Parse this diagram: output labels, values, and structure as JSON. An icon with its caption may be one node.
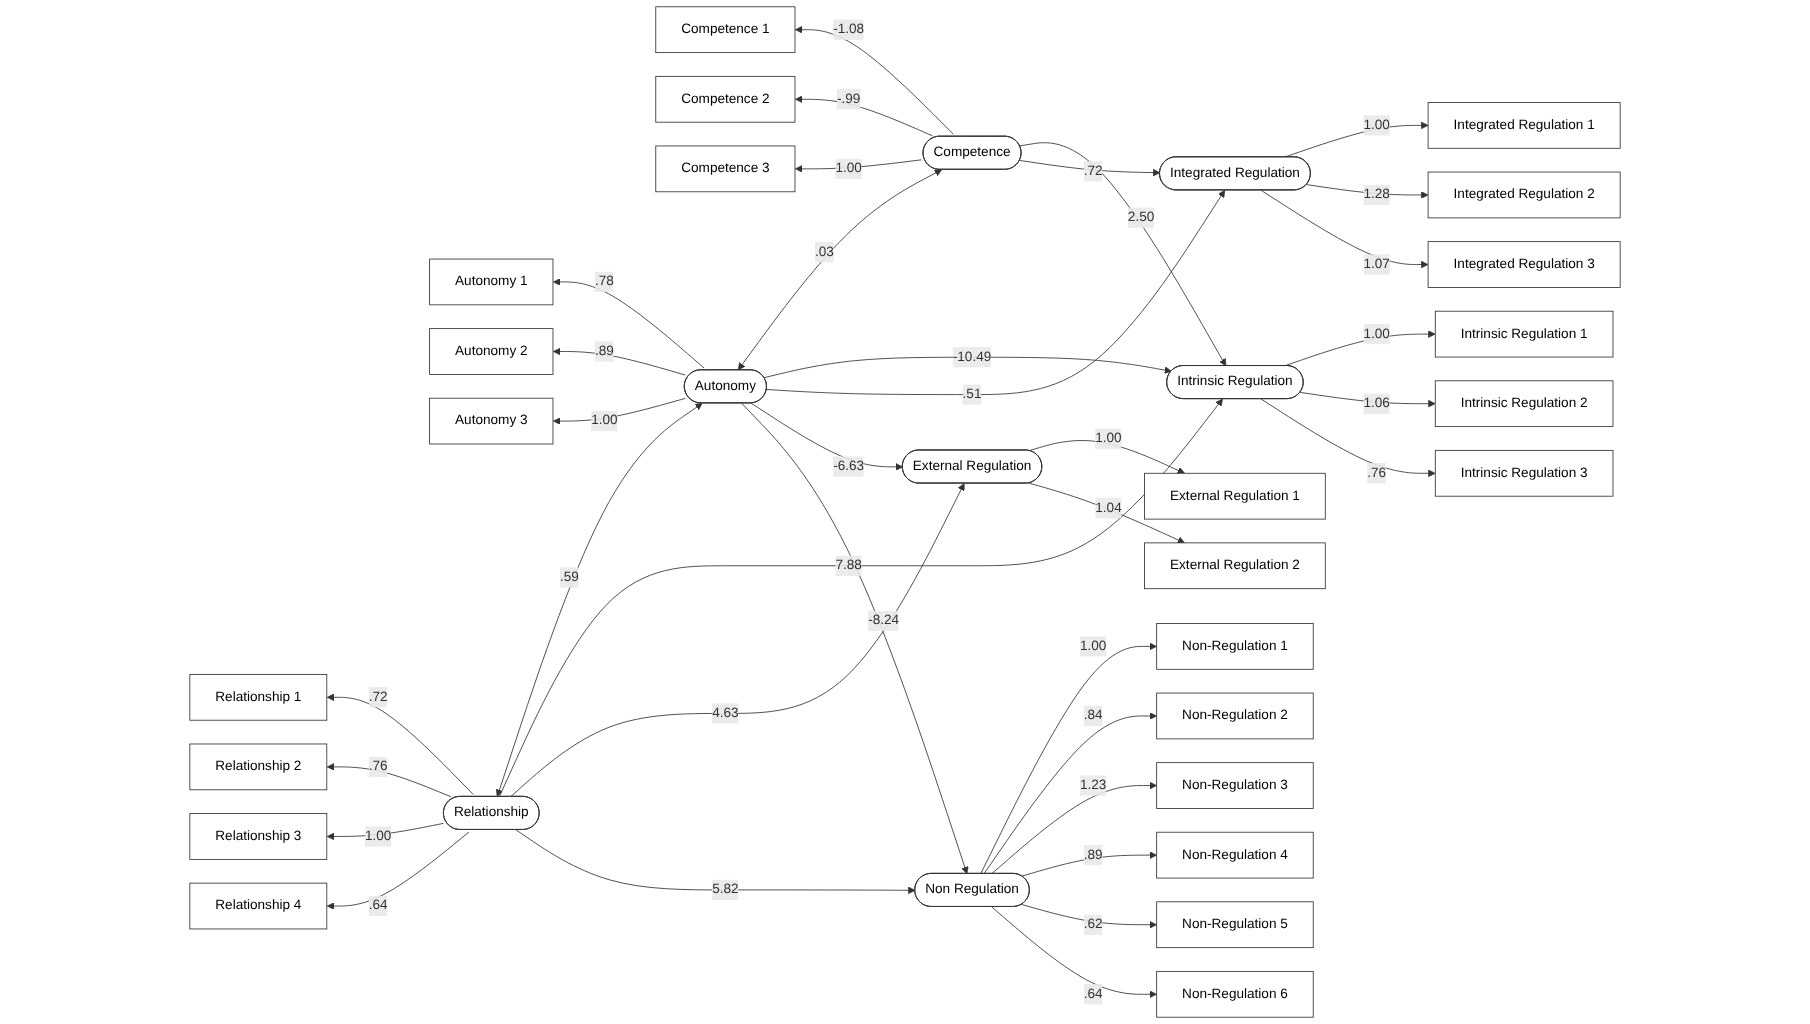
{
  "diagram": {
    "nodes": [
      {
        "text": [
          "Relationship 1"
        ]
      },
      {
        "text": [
          "Relationship 2"
        ]
      },
      {
        "text": [
          "Relationship 3"
        ]
      },
      {
        "text": [
          "Relationship 4"
        ]
      },
      {
        "text": [
          "Autonomy 1"
        ]
      },
      {
        "text": [
          "Autonomy 2"
        ]
      },
      {
        "text": [
          "Autonomy 3"
        ]
      },
      {
        "text": [
          "Competence 1"
        ]
      },
      {
        "text": [
          "Competence 2"
        ]
      },
      {
        "text": [
          "Competence 3"
        ]
      },
      {
        "text": [
          "Relationship"
        ]
      },
      {
        "text": [
          "Autonomy"
        ]
      },
      {
        "text": [
          "Competence"
        ]
      },
      {
        "text": [
          "Intrinsic Regulation"
        ]
      },
      {
        "text": [
          "Integrated Regulation"
        ]
      },
      {
        "text": [
          "External Regulation"
        ]
      },
      {
        "text": [
          "Non Regulation"
        ]
      },
      {
        "text": [
          "Intrinsic Regulation 1"
        ]
      },
      {
        "text": [
          "Intrinsic Regulation 2"
        ]
      },
      {
        "text": [
          "Intrinsic Regulation 3"
        ]
      },
      {
        "text": [
          "Integrated Regulation 1"
        ]
      },
      {
        "text": [
          "Integrated Regulation 2"
        ]
      },
      {
        "text": [
          "Integrated Regulation 3"
        ]
      },
      {
        "text": [
          "External Regulation 1"
        ]
      },
      {
        "text": [
          "External Regulation 2"
        ]
      },
      {
        "text": [
          "Non-Regulation 1"
        ]
      },
      {
        "text": [
          "Non-Regulation 2"
        ]
      },
      {
        "text": [
          "Non-Regulation 3"
        ]
      },
      {
        "text": [
          "Non-Regulation 4"
        ]
      },
      {
        "text": [
          "Non-Regulation 5"
        ]
      },
      {
        "text": [
          "Non-Regulation 6"
        ]
      }
    ],
    "edges": [
      {
        "from": 10,
        "to": 0,
        "arrow": "to",
        "label": ".72"
      },
      {
        "from": 10,
        "to": 1,
        "arrow": "to",
        "label": ".76"
      },
      {
        "from": 10,
        "to": 2,
        "arrow": "to",
        "label": "1.00"
      },
      {
        "from": 10,
        "to": 3,
        "arrow": "to",
        "label": ".64"
      },
      {
        "from": 11,
        "to": 4,
        "arrow": "to",
        "label": ".78"
      },
      {
        "from": 11,
        "to": 5,
        "arrow": "to",
        "label": ".89"
      },
      {
        "from": 11,
        "to": 6,
        "arrow": "to",
        "label": "1.00"
      },
      {
        "from": 12,
        "to": 7,
        "arrow": "to",
        "label": "-1.08"
      },
      {
        "from": 12,
        "to": 8,
        "arrow": "to",
        "label": "-.99"
      },
      {
        "from": 12,
        "to": 9,
        "arrow": "to",
        "label": "1.00"
      },
      {
        "from": 10,
        "to": 11,
        "arrow": "both",
        "label": ".59"
      },
      {
        "from": 11,
        "to": 12,
        "arrow": "both",
        "label": ".03"
      },
      {
        "from": 10,
        "to": 13,
        "arrow": "to",
        "label": "7.88"
      },
      {
        "from": 11,
        "to": 13,
        "arrow": "to",
        "label": "-10.49"
      },
      {
        "from": 12,
        "to": 13,
        "arrow": "to",
        "label": "2.50"
      },
      {
        "from": 11,
        "to": 14,
        "arrow": "to",
        "label": ".51"
      },
      {
        "from": 12,
        "to": 14,
        "arrow": "to",
        "label": ".72"
      },
      {
        "from": 10,
        "to": 15,
        "arrow": "to",
        "label": "4.63"
      },
      {
        "from": 11,
        "to": 15,
        "arrow": "to",
        "label": "-6.63"
      },
      {
        "from": 10,
        "to": 16,
        "arrow": "to",
        "label": "5.82"
      },
      {
        "from": 11,
        "to": 16,
        "arrow": "to",
        "label": "-8.24"
      },
      {
        "from": 13,
        "to": 17,
        "arrow": "to",
        "label": "1.00"
      },
      {
        "from": 13,
        "to": 18,
        "arrow": "to",
        "label": "1.06"
      },
      {
        "from": 13,
        "to": 19,
        "arrow": "to",
        "label": ".76"
      },
      {
        "from": 14,
        "to": 20,
        "arrow": "to",
        "label": "1.00"
      },
      {
        "from": 14,
        "to": 21,
        "arrow": "to",
        "label": "1.28"
      },
      {
        "from": 14,
        "to": 22,
        "arrow": "to",
        "label": "1.07"
      },
      {
        "from": 15,
        "to": 23,
        "arrow": "to",
        "label": "1.00"
      },
      {
        "from": 15,
        "to": 24,
        "arrow": "to",
        "label": "1.04"
      },
      {
        "from": 16,
        "to": 25,
        "arrow": "to",
        "label": "1.00"
      },
      {
        "from": 16,
        "to": 26,
        "arrow": "to",
        "label": ".84"
      },
      {
        "from": 16,
        "to": 27,
        "arrow": "to",
        "label": "1.23"
      },
      {
        "from": 16,
        "to": 28,
        "arrow": "to",
        "label": ".89"
      },
      {
        "from": 16,
        "to": 29,
        "arrow": "to",
        "label": ".62"
      },
      {
        "from": 16,
        "to": 30,
        "arrow": "to",
        "label": ".64"
      }
    ]
  }
}
